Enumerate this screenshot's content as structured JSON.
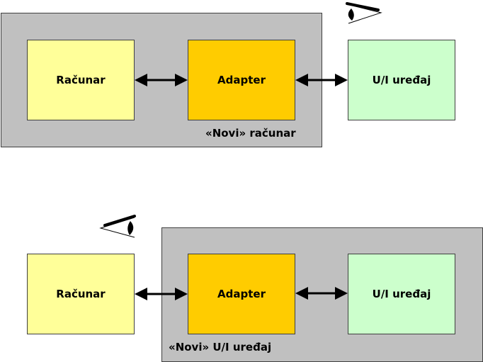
{
  "colors": {
    "group_fill": "#c0c0c0",
    "computer_fill": "#ffff99",
    "adapter_fill": "#ffcc00",
    "device_fill": "#ccffcc",
    "border": "#404040",
    "arrow": "#000000"
  },
  "diagrams": [
    {
      "group_label": "«Novi» računar",
      "computer_label": "Računar",
      "adapter_label": "Adapter",
      "device_label": "U/I uređaj",
      "observer_icon": "eye-icon"
    },
    {
      "group_label": "«Novi» U/I uređaj",
      "computer_label": "Računar",
      "adapter_label": "Adapter",
      "device_label": "U/I uređaj",
      "observer_icon": "eye-icon"
    }
  ]
}
